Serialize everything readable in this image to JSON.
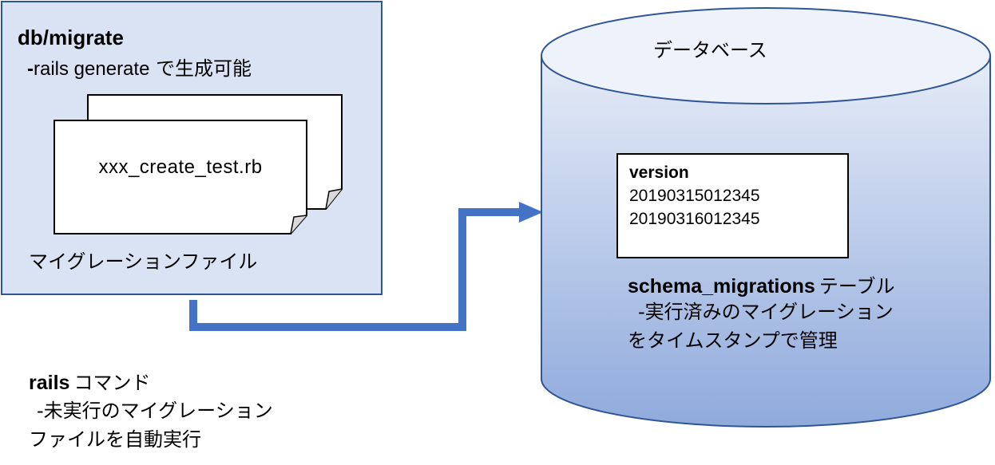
{
  "migrate_folder": {
    "title": "db/migrate",
    "subtitle_dash": "-",
    "subtitle_cmd": "rails generate",
    "subtitle_jp": "で生成可能",
    "file_name": "xxx_create_test.rb",
    "label": "マイグレーションファイル"
  },
  "database": {
    "label": "データベース",
    "table": {
      "header": "version",
      "rows": [
        "20190315012345",
        "20190316012345"
      ]
    },
    "table_title_en": "schema_migrations",
    "table_title_jp": "テーブル",
    "desc_line1": "-実行済みのマイグレーション",
    "desc_line2": "をタイムスタンプで管理"
  },
  "rails_command": {
    "title_en": "rails",
    "title_jp": "コマンド",
    "desc_line1": "-未実行のマイグレーション",
    "desc_line2": "ファイルを自動実行"
  },
  "colors": {
    "box_fill": "#dae3f3",
    "box_border": "#2f5597",
    "arrow": "#4472c4",
    "cylinder_top": "#dae3f3",
    "cylinder_bottom": "#8faadc"
  }
}
